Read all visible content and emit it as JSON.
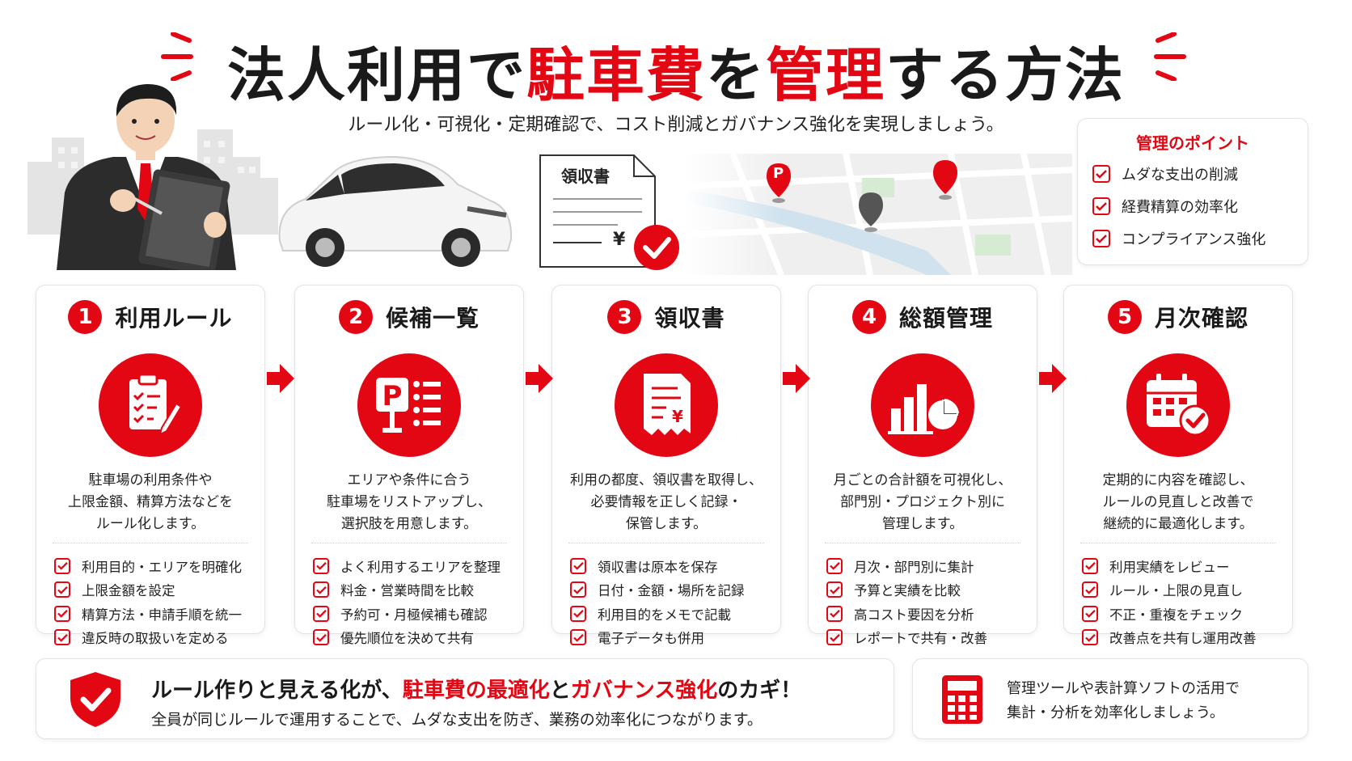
{
  "title": {
    "part1": "法人利用で",
    "part2": "駐車費",
    "part3": "を",
    "part4": "管理",
    "part5": "する方法"
  },
  "subtitle": "ルール化・可視化・定期確認で、コスト削減とガバナンス強化を実現しましょう。",
  "hero": {
    "receipt_label": "領収書",
    "receipt_yen": "¥",
    "parking_marker": "P"
  },
  "points": {
    "title": "管理のポイント",
    "items": [
      "ムダな支出の削減",
      "経費精算の効率化",
      "コンプライアンス強化"
    ]
  },
  "steps": [
    {
      "num": "1",
      "title": "利用ルール",
      "icon": "clipboard-checklist-icon",
      "desc": [
        "駐車場の利用条件や",
        "上限金額、精算方法などを",
        "ルール化します。"
      ],
      "items": [
        "利用目的・エリアを明確化",
        "上限金額を設定",
        "精算方法・申請手順を統一",
        "違反時の取扱いを定める"
      ]
    },
    {
      "num": "2",
      "title": "候補一覧",
      "icon": "parking-list-icon",
      "desc": [
        "エリアや条件に合う",
        "駐車場をリストアップし、",
        "選択肢を用意します。"
      ],
      "items": [
        "よく利用するエリアを整理",
        "料金・営業時間を比較",
        "予約可・月極候補も確認",
        "優先順位を決めて共有"
      ]
    },
    {
      "num": "3",
      "title": "領収書",
      "icon": "receipt-icon",
      "desc": [
        "利用の都度、領収書を取得し、",
        "必要情報を正しく記録・",
        "保管します。"
      ],
      "items": [
        "領収書は原本を保存",
        "日付・金額・場所を記録",
        "利用目的をメモで記載",
        "電子データも併用"
      ]
    },
    {
      "num": "4",
      "title": "総額管理",
      "icon": "bar-pie-chart-icon",
      "desc": [
        "月ごとの合計額を可視化し、",
        "部門別・プロジェクト別に",
        "管理します。"
      ],
      "items": [
        "月次・部門別に集計",
        "予算と実績を比較",
        "高コスト要因を分析",
        "レポートで共有・改善"
      ]
    },
    {
      "num": "5",
      "title": "月次確認",
      "icon": "calendar-check-icon",
      "desc": [
        "定期的に内容を確認し、",
        "ルールの見直しと改善で",
        "継続的に最適化します。"
      ],
      "items": [
        "利用実績をレビュー",
        "ルール・上限の見直し",
        "不正・重複をチェック",
        "改善点を共有し運用改善"
      ]
    }
  ],
  "bottom": {
    "line1_a": "ルール作りと見える化が、",
    "line1_b": "駐車費の最適化",
    "line1_c": "と",
    "line1_d": "ガバナンス強化",
    "line1_e": "のカギ！",
    "line2": "全員が同じルールで運用することで、ムダな支出を防ぎ、業務の効率化につながります。",
    "tip": [
      "管理ツールや表計算ソフトの活用で",
      "集計・分析を効率化しましょう。"
    ]
  },
  "colors": {
    "accent": "#e30613",
    "text": "#1a1a1a",
    "border": "#e3e3e3"
  }
}
